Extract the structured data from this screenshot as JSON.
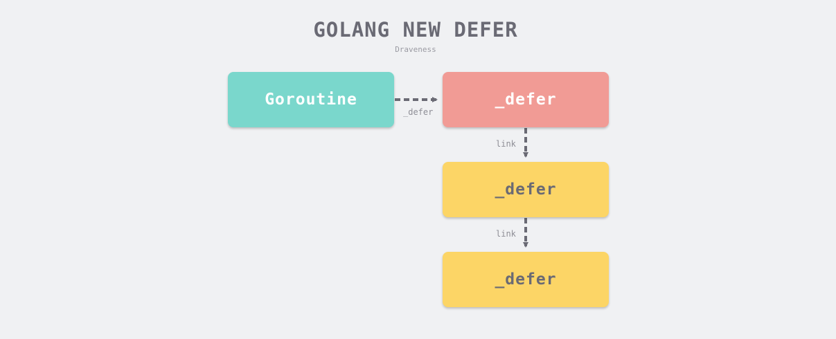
{
  "title": "GOLANG NEW DEFER",
  "author": "Draveness",
  "nodes": {
    "goroutine": {
      "label": "Goroutine",
      "color": "#7ad7cc",
      "text_color": "#ffffff"
    },
    "defer_1": {
      "label": "_defer",
      "color": "#f19b95",
      "text_color": "#ffffff"
    },
    "defer_2": {
      "label": "_defer",
      "color": "#fcd566",
      "text_color": "#6a6a74"
    },
    "defer_3": {
      "label": "_defer",
      "color": "#fcd566",
      "text_color": "#6a6a74"
    }
  },
  "edges": {
    "goroutine_to_defer": {
      "label": "_defer"
    },
    "link_1": {
      "label": "link"
    },
    "link_2": {
      "label": "link"
    }
  },
  "colors": {
    "background": "#f0f1f3",
    "arrow": "#6a6a74"
  }
}
